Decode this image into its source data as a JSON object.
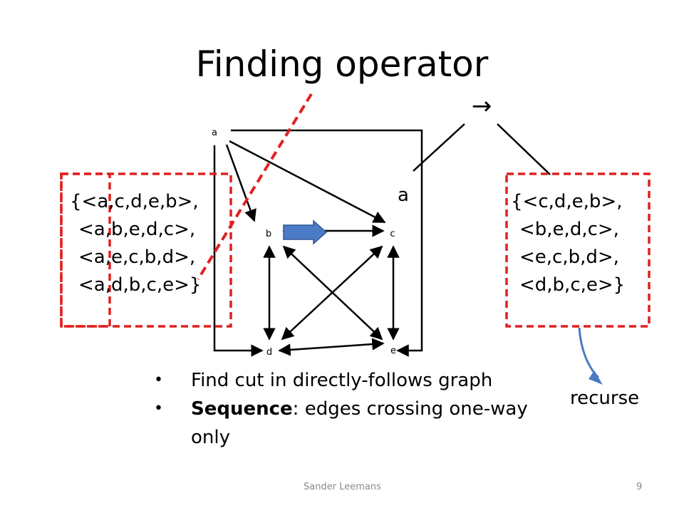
{
  "slide": {
    "title": "Finding operator",
    "operator_symbol": "→",
    "tree_leaf_label": "a",
    "recurse_label": "recurse",
    "footer_author": "Sander Leemans",
    "footer_page": "9"
  },
  "log_left": [
    "{<a,c,d,e,b>,",
    "<a,b,e,d,c>,",
    "<a,e,c,b,d>,",
    "<a,d,b,c,e>}"
  ],
  "log_right": [
    "{<c,d,e,b>,",
    "<b,e,d,c>,",
    "<e,c,b,d>,",
    "<d,b,c,e>}"
  ],
  "graph": {
    "nodes": {
      "a": "a",
      "b": "b",
      "c": "c",
      "d": "d",
      "e": "e"
    }
  },
  "bullets": [
    {
      "keyword": "",
      "text": "Find cut in directly-follows graph"
    },
    {
      "keyword": "Sequence",
      "text": ": edges crossing one-way only"
    }
  ],
  "colors": {
    "cut_red": "#e02020",
    "highlight_blue": "#4a7bc4",
    "text": "#000000",
    "footer": "#8a8a8a"
  }
}
